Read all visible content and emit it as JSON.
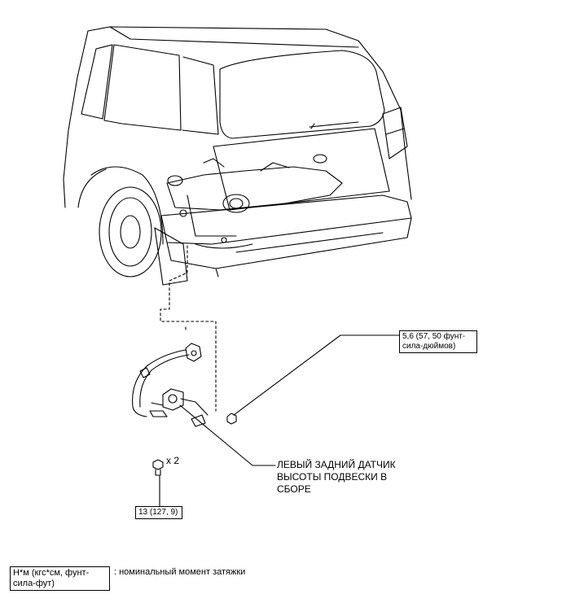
{
  "callouts": {
    "nut_torque": "5,6 (57, 50 фунт-сила-дюймов)",
    "bolt_torque": "13 (127, 9)",
    "bolt_qty": "x 2",
    "part_name": "ЛЕВЫЙ ЗАДНИЙ ДАТЧИК ВЫСОТЫ ПОДВЕСКИ В СБОРЕ"
  },
  "legend": {
    "units": "Н*м (кгс*см, фунт-сила-фут)",
    "meaning": ": номинальный момент затяжки"
  }
}
